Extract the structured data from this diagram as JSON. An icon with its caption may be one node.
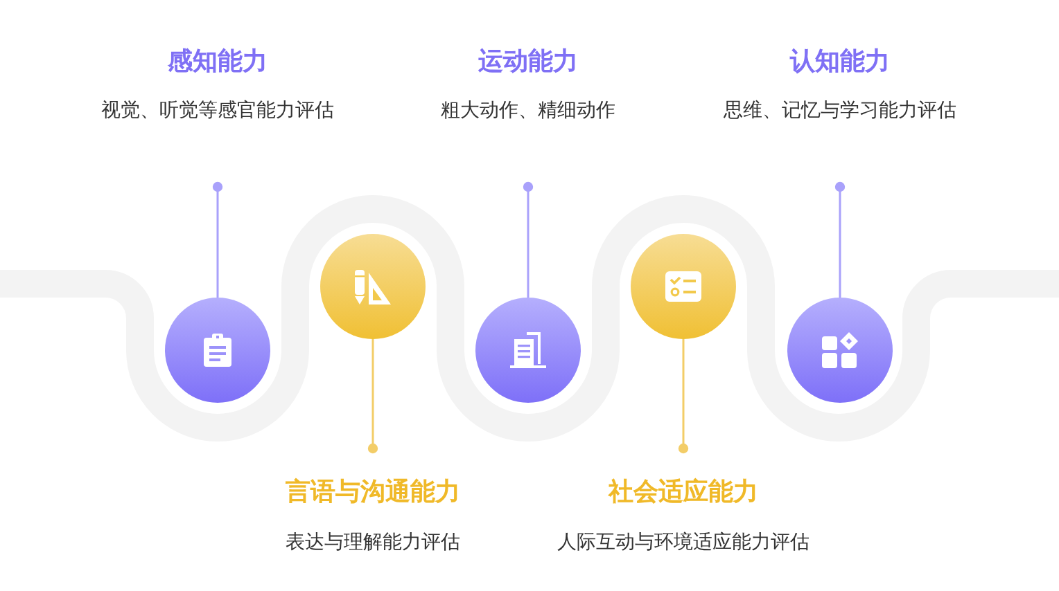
{
  "diagram": {
    "nodes": [
      {
        "text": [
          "感知能力",
          "视觉、听觉等感官能力评估"
        ]
      },
      {
        "text": [
          "运动能力",
          "粗大动作、精细动作"
        ]
      },
      {
        "text": [
          "认知能力",
          "思维、记忆与学习能力评估"
        ]
      },
      {
        "text": [],
        "shape": "circle"
      },
      {
        "text": [],
        "shape": "circle"
      },
      {
        "text": [],
        "shape": "circle"
      },
      {
        "text": [],
        "shape": "circle"
      },
      {
        "text": [],
        "shape": "circle"
      },
      {
        "text": [
          "言语与沟通能力",
          "表达与理解能力评估"
        ]
      },
      {
        "text": [
          "社会适应能力",
          "人际互动与环境适应能力评估"
        ]
      }
    ],
    "edges": [
      {
        "from": 0,
        "to": 3,
        "arrow": "other"
      },
      {
        "from": 1,
        "to": 5,
        "arrow": "other"
      },
      {
        "from": 2,
        "to": 7,
        "arrow": "other"
      },
      {
        "from": 8,
        "to": 4,
        "arrow": "other",
        "color": "#f3cd68"
      },
      {
        "from": 9,
        "to": 6,
        "arrow": "other",
        "color": "#f3cd68"
      }
    ]
  }
}
